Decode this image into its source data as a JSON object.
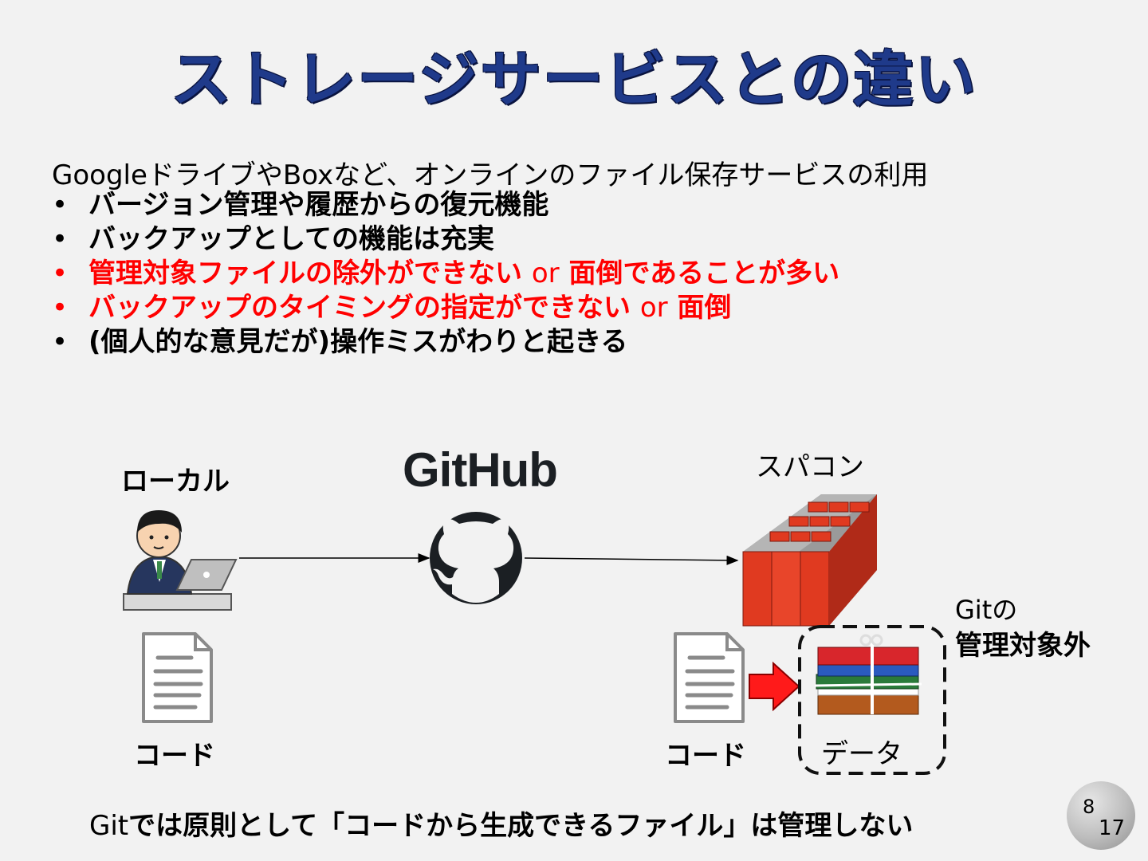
{
  "title": "ストレージサービスとの違い",
  "intro": "GoogleドライブやBoxなど、オンラインのファイル保存サービスの利用",
  "bullets": [
    {
      "text": "バージョン管理や履歴からの復元機能",
      "color": "#000000"
    },
    {
      "text": "バックアップとしての機能は充実",
      "color": "#000000"
    },
    {
      "text_a": "管理対象ファイルの除外ができない",
      "or": "or",
      "text_b": "面倒であることが多い",
      "color": "#ff0000"
    },
    {
      "text_a": "バックアップのタイミングの指定ができない",
      "or": "or",
      "text_b": "面倒",
      "color": "#ff0000"
    },
    {
      "text": "(個人的な意見だが)操作ミスがわりと起きる",
      "color": "#000000"
    }
  ],
  "bullet_glyph": "•",
  "diagram": {
    "local_label": "ローカル",
    "github_label": "GitHub",
    "supercomputer_label": "スパコン",
    "code_label_left": "コード",
    "code_label_right": "コード",
    "data_label": "データ",
    "git_excluded_line1": "Gitの",
    "git_excluded_line2": "管理対象外",
    "icons": [
      "person-laptop-icon",
      "github-octocat-icon",
      "supercomputer-icon",
      "code-file-icon",
      "red-arrow-icon",
      "data-books-icon"
    ]
  },
  "footer": {
    "prefix": "Git",
    "text": "では原則として「コードから生成できるファイル」は管理しない"
  },
  "page": {
    "current": "8",
    "total": "17"
  },
  "colors": {
    "title": "#1f3a8a",
    "emphasis": "#ff0000",
    "background": "#f2f2f2"
  }
}
